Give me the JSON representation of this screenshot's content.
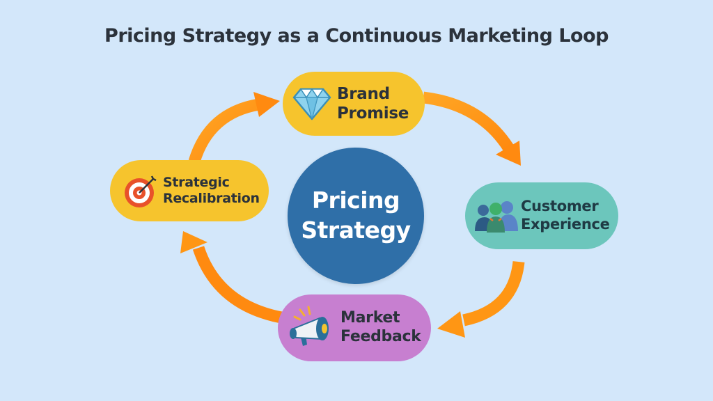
{
  "title": "Pricing Strategy as a Continuous Marketing Loop",
  "center": {
    "line1": "Pricing",
    "line2": "Strategy",
    "color": "#2f6fa8"
  },
  "nodes": [
    {
      "id": "brand-promise",
      "line1": "Brand",
      "line2": "Promise",
      "icon": "diamond-icon",
      "color": "#f6c42d"
    },
    {
      "id": "customer-experience",
      "line1": "Customer",
      "line2": "Experience",
      "icon": "people-icon",
      "color": "#6cc6bc"
    },
    {
      "id": "market-feedback",
      "line1": "Market",
      "line2": "Feedback",
      "icon": "megaphone-icon",
      "color": "#c77fd0"
    },
    {
      "id": "strategic-recalibration",
      "line1": "Strategic",
      "line2": "Recalibration",
      "icon": "target-icon",
      "color": "#f6c42d"
    }
  ],
  "arrows": {
    "color": "#ff8f14",
    "direction": "clockwise"
  },
  "background": "#d3e7fa"
}
